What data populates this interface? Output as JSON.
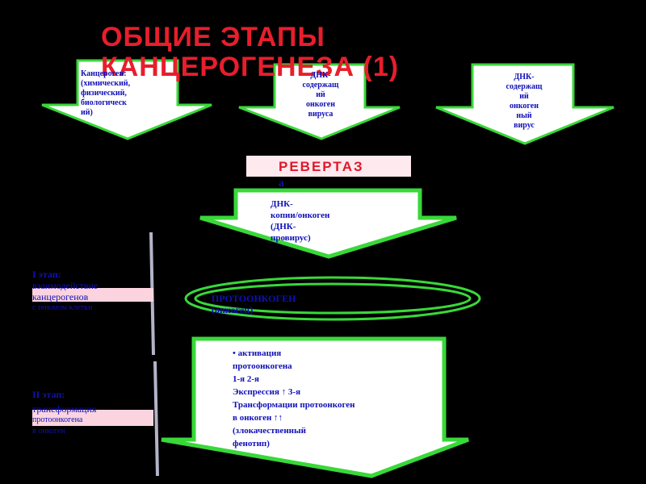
{
  "title": {
    "line1": "ОБЩИЕ   ЭТАПЫ",
    "line2": "КАНЦЕРОГЕНЕЗА (1)"
  },
  "top_arrows": [
    {
      "lines": [
        "Канцероген:",
        "(химический,",
        "физический,",
        "биологическ",
        "ий)"
      ]
    },
    {
      "lines": [
        "ДНК-",
        "содержащ",
        "ий",
        "онкоген",
        "вируса"
      ]
    },
    {
      "lines": [
        "ДНК-",
        "содержащ",
        "ий",
        "онкоген",
        "ный",
        "вирус"
      ]
    }
  ],
  "revertase": {
    "label": "РЕВЕРТАЗ",
    "tail": "а"
  },
  "middle_arrow": {
    "lines": [
      "ДНК-",
      "копии/онкоген",
      "(ДНК-",
      "провирус)"
    ]
  },
  "ellipse": {
    "lines": [
      "ПРОТООНКОГЕН",
      "(онкоген)"
    ]
  },
  "stage1": {
    "title": "I этап:",
    "lines": [
      "взаимодействие",
      "канцерогенов",
      "с геномом клетки"
    ]
  },
  "stage2": {
    "title": "II этап:",
    "lines": [
      "трансформация",
      "протоонкогена",
      "в онкоген"
    ]
  },
  "bottom_box": {
    "lines": [
      "• активация",
      "протоонкогена",
      "1-я    2-я",
      "Экспрессия   ↑    3-я",
      "Трансформации протоонкоген",
      "в онкоген   ↑↑",
      "(злокачественный",
      "фенотип)"
    ]
  },
  "colors": {
    "arrow_fill": "#ffffff",
    "arrow_stroke": "#39d839",
    "title": "#e81e2c",
    "text_blue": "#1010b8",
    "label_pink": "#fbd4e0",
    "divider": "#b4b4c8"
  }
}
